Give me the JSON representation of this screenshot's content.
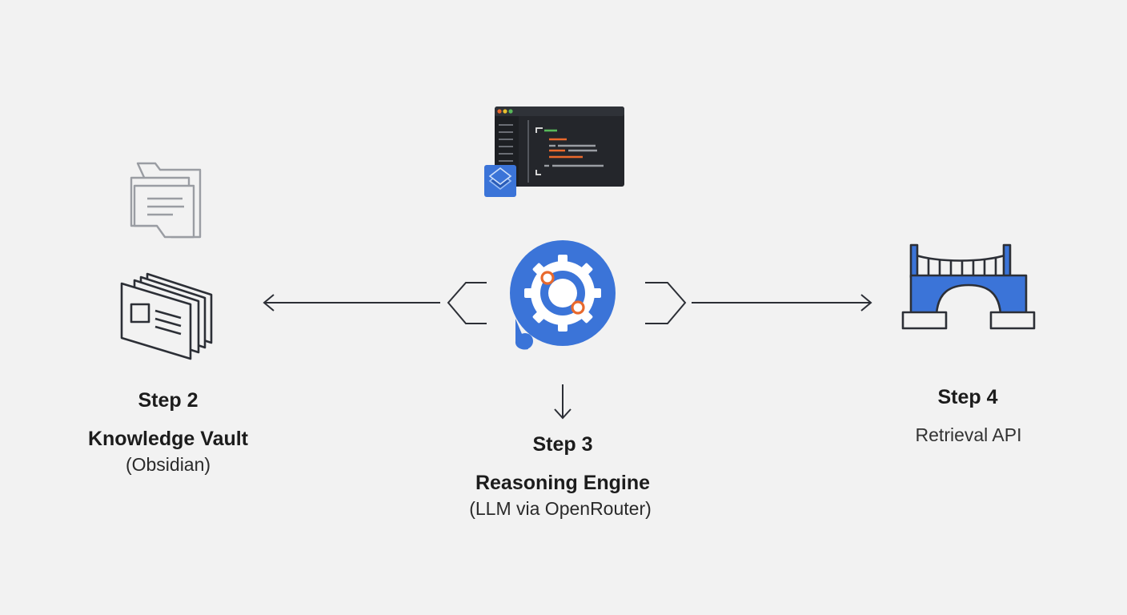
{
  "colors": {
    "background": "#f2f2f2",
    "accent_blue": "#3b74d8",
    "accent_orange": "#e9692c",
    "line_dark": "#2c2f36",
    "icon_grey": "#9a9da3",
    "editor_bg": "#24262b"
  },
  "icons": {
    "folder": "folder-documents-icon",
    "vault": "document-stack-icon",
    "editor": "code-editor-window-icon",
    "engine": "gear-chat-bubble-icon",
    "bridge": "bridge-icon"
  },
  "nodes": {
    "vault": {
      "step": "Step 2",
      "name": "Knowledge Vault",
      "sub": "(Obsidian)"
    },
    "engine": {
      "step": "Step 3",
      "name": "Reasoning Engine",
      "sub": "(LLM via OpenRouter)"
    },
    "api": {
      "step": "Step 4",
      "desc": "Retrieval API"
    }
  }
}
